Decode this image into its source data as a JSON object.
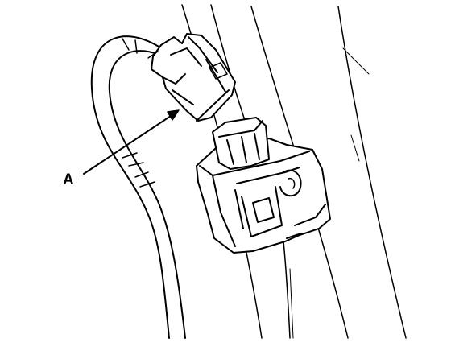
{
  "diagram": {
    "callouts": [
      {
        "letter": "A"
      }
    ],
    "parts": [
      "wire-harness",
      "harness-connector",
      "mating-connector-socket",
      "body-panel"
    ],
    "colors": {
      "line": "#000000",
      "background": "#ffffff"
    }
  }
}
